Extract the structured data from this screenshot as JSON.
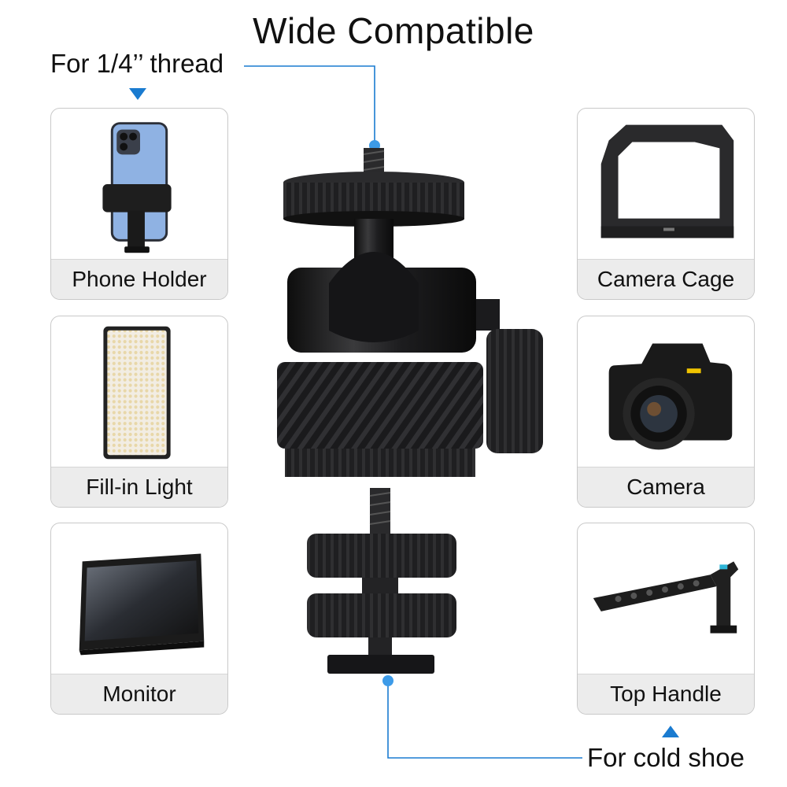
{
  "title": "Wide Compatible",
  "callouts": {
    "top": "For 1/4’’ thread",
    "bottom": "For cold shoe"
  },
  "cards": {
    "left": [
      {
        "label": "Phone Holder",
        "icon": "phone-holder-icon"
      },
      {
        "label": "Fill-in Light",
        "icon": "led-panel-icon"
      },
      {
        "label": "Monitor",
        "icon": "monitor-icon"
      }
    ],
    "right": [
      {
        "label": "Camera Cage",
        "icon": "camera-cage-icon"
      },
      {
        "label": "Camera",
        "icon": "dslr-camera-icon"
      },
      {
        "label": "Top Handle",
        "icon": "top-handle-icon"
      }
    ]
  },
  "colors": {
    "accent": "#1a7bd0",
    "label_bg": "#ececec",
    "product": "#1c1c1c"
  }
}
